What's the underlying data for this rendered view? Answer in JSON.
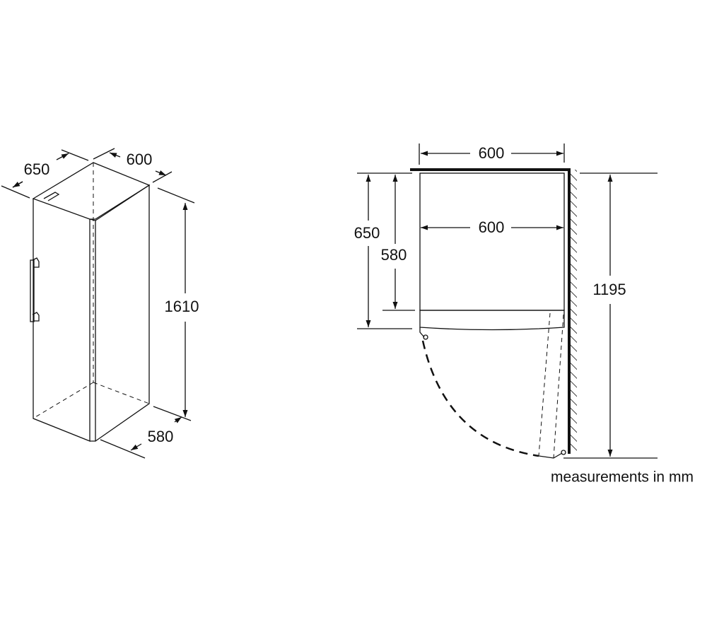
{
  "iso_view": {
    "depth_with_door": "650",
    "width": "600",
    "height": "1610",
    "depth_without_door": "580"
  },
  "plan_view": {
    "outer_width": "600",
    "inner_width": "600",
    "depth_with_door": "650",
    "depth_without_door": "580",
    "door_open_depth": "1195"
  },
  "note": "measurements in mm",
  "colors": {
    "line": "#111111",
    "background": "#ffffff"
  }
}
